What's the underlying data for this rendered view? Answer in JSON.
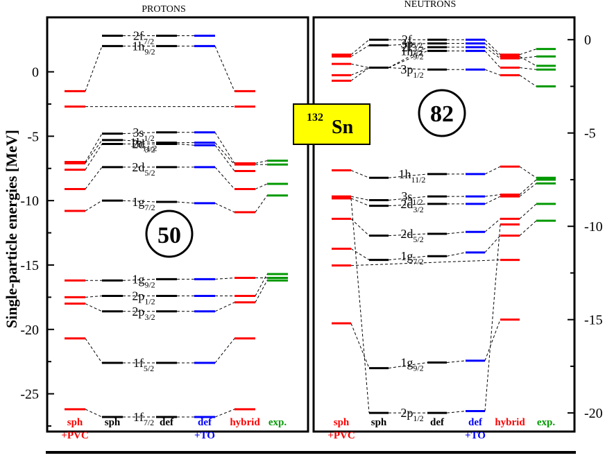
{
  "chart_data": {
    "type": "level-scheme",
    "ylabel": "Single-particle energies [MeV]",
    "center_label": {
      "mass": "132",
      "element": "Sn"
    },
    "colors": {
      "sph_pvc": "#ff0000",
      "sph": "#000000",
      "def": "#000000",
      "def_to": "#0000ff",
      "hybrid": "#e00000",
      "exp": "#009900",
      "highlight": "#ffa500"
    },
    "columns": [
      {
        "key": "sph_pvc",
        "label": [
          "sph",
          "+PVC"
        ],
        "color": "#ff0000"
      },
      {
        "key": "sph",
        "label": [
          "sph"
        ],
        "color": "#000000"
      },
      {
        "key": "def",
        "label": [
          "def"
        ],
        "color": "#000000"
      },
      {
        "key": "def_to",
        "label": [
          "def",
          "+TO"
        ],
        "color": "#0000ff"
      },
      {
        "key": "hybrid",
        "label": [
          "hybrid"
        ],
        "color": "#ff0000"
      },
      {
        "key": "exp",
        "label": [
          "exp."
        ],
        "color": "#009900"
      }
    ],
    "panels": [
      {
        "title": "PROTONS",
        "magic_number": "50",
        "ylim": [
          -27.5,
          3.8
        ],
        "y_ticks": [
          0,
          -5,
          -10,
          -15,
          -20,
          -25
        ],
        "tick_side": "left",
        "levels": [
          {
            "main": "2f",
            "sub": "7/2",
            "sph_pvc": null,
            "sph": 2.8,
            "def": 2.8,
            "def_to": 2.8,
            "hybrid": null,
            "exp": null
          },
          {
            "main": "1h",
            "sub": "9/2",
            "sph_pvc": -1.5,
            "sph": 2.0,
            "def": 2.0,
            "def_to": 2.0,
            "hybrid": -1.5,
            "exp": null
          },
          {
            "main": "",
            "sub": "",
            "sph_pvc": -2.7,
            "sph": null,
            "def": null,
            "def_to": null,
            "hybrid": -2.7,
            "exp": null
          },
          {
            "main": "3s",
            "sub": "1/2",
            "sph_pvc": -7.0,
            "sph": -4.8,
            "def": -4.7,
            "def_to": -4.7,
            "hybrid": -7.1,
            "exp": -6.9
          },
          {
            "main": "1h",
            "sub": "11/2",
            "sph_pvc": -7.1,
            "sph": -5.3,
            "def": -5.5,
            "def_to": -5.5,
            "hybrid": -7.2,
            "exp": -7.2
          },
          {
            "main": "2d",
            "sub": "3/2",
            "sph_pvc": -7.6,
            "sph": -5.6,
            "def": -5.6,
            "def_to": -5.7,
            "hybrid": -7.7,
            "exp": null
          },
          {
            "main": "2d",
            "sub": "5/2",
            "sph_pvc": -9.1,
            "sph": -7.4,
            "def": -7.4,
            "def_to": -7.4,
            "hybrid": -9.1,
            "exp": -8.7
          },
          {
            "main": "1g",
            "sub": "7/2",
            "sph_pvc": -10.8,
            "sph": -10.0,
            "def": -10.1,
            "def_to": -10.2,
            "hybrid": -10.9,
            "exp": -9.6
          },
          {
            "main": "1g",
            "sub": "9/2",
            "sph_pvc": -16.2,
            "sph": -16.2,
            "def": -16.1,
            "def_to": -16.1,
            "hybrid": -16.0,
            "exp": -16.0
          },
          {
            "main": "2p",
            "sub": "1/2",
            "sph_pvc": -17.5,
            "sph": -17.4,
            "def": -17.4,
            "def_to": -17.4,
            "hybrid": -17.4,
            "exp": -15.7
          },
          {
            "main": "2p",
            "sub": "3/2",
            "sph_pvc": -18.0,
            "sph": -18.6,
            "def": -18.6,
            "def_to": -18.6,
            "hybrid": -17.9,
            "exp": -16.2
          },
          {
            "main": "1f",
            "sub": "5/2",
            "sph_pvc": -20.7,
            "sph": -22.6,
            "def": -22.6,
            "def_to": -22.6,
            "hybrid": -20.7,
            "exp": null
          },
          {
            "main": "1f",
            "sub": "7/2",
            "sph_pvc": -26.2,
            "sph": -26.8,
            "def": -26.8,
            "def_to": -26.8,
            "hybrid": -26.2,
            "exp": null
          }
        ]
      },
      {
        "title": "NEUTRONS",
        "magic_number": "82",
        "ylim": [
          -20.7,
          0.9
        ],
        "y_ticks": [
          0,
          -5,
          -10,
          -15,
          -20
        ],
        "tick_side": "right",
        "levels": [
          {
            "main": "2f",
            "sub": "5/2",
            "sph_pvc": -0.8,
            "sph": 0.0,
            "def": 0.0,
            "def_to": 0.0,
            "hybrid": -0.8,
            "exp": -0.5
          },
          {
            "main": "3p",
            "sub": "3/2",
            "sph_pvc": -0.9,
            "sph": -0.3,
            "def": -0.2,
            "def_to": -0.2,
            "hybrid": -0.9,
            "exp": -1.4
          },
          {
            "main": "2f",
            "sub": "7/2",
            "sph_pvc": -1.3,
            "sph": -1.5,
            "def": -0.4,
            "def_to": -0.4,
            "hybrid": -1.0,
            "exp": -0.9
          },
          {
            "main": "1h",
            "sub": "9/2",
            "sph_pvc": -2.2,
            "sph": -1.5,
            "def": -0.6,
            "def_to": -0.6,
            "hybrid": -1.5,
            "exp": -1.6
          },
          {
            "main": "3p",
            "sub": "1/2",
            "sph_pvc": -1.9,
            "sph": -1.5,
            "def": -1.6,
            "def_to": -1.6,
            "hybrid": -1.9,
            "exp": -2.5
          },
          {
            "main": "1h",
            "sub": "11/2",
            "sph_pvc": -7.0,
            "sph": -7.4,
            "def": -7.2,
            "def_to": -7.2,
            "hybrid": -6.8,
            "exp": -7.4
          },
          {
            "main": "3s",
            "sub": "1/2",
            "sph_pvc": -8.4,
            "sph": -8.6,
            "def": -8.4,
            "def_to": -8.4,
            "hybrid": -8.3,
            "exp": -7.5
          },
          {
            "main": "2d",
            "sub": "3/2",
            "sph_pvc": -8.5,
            "sph": -8.9,
            "def": -8.8,
            "def_to": -8.8,
            "hybrid": -8.4,
            "exp": -7.7
          },
          {
            "main": "2d",
            "sub": "5/2",
            "sph_pvc": -9.6,
            "sph": -10.5,
            "def": -10.4,
            "def_to": -10.3,
            "hybrid": -9.6,
            "exp": -8.8
          },
          {
            "main": "1g",
            "sub": "7/2",
            "sph_pvc": -11.2,
            "sph": -11.8,
            "def": -11.6,
            "def_to": -11.4,
            "hybrid": -10.5,
            "exp": -9.7
          },
          {
            "main": "",
            "sub": "",
            "sph_pvc": -12.1,
            "sph": null,
            "def": null,
            "def_to": null,
            "hybrid": -11.8,
            "exp": null
          },
          {
            "main": "1g",
            "sub": "9/2",
            "sph_pvc": -15.2,
            "sph": -17.6,
            "def": -17.3,
            "def_to": -17.2,
            "hybrid": -15.0,
            "exp": null
          },
          {
            "main": "2p",
            "sub": "1/2",
            "sph_pvc": -8.5,
            "sph": -20.0,
            "def": -20.0,
            "def_to": -19.9,
            "hybrid": -9.9,
            "exp": null
          }
        ]
      }
    ]
  }
}
